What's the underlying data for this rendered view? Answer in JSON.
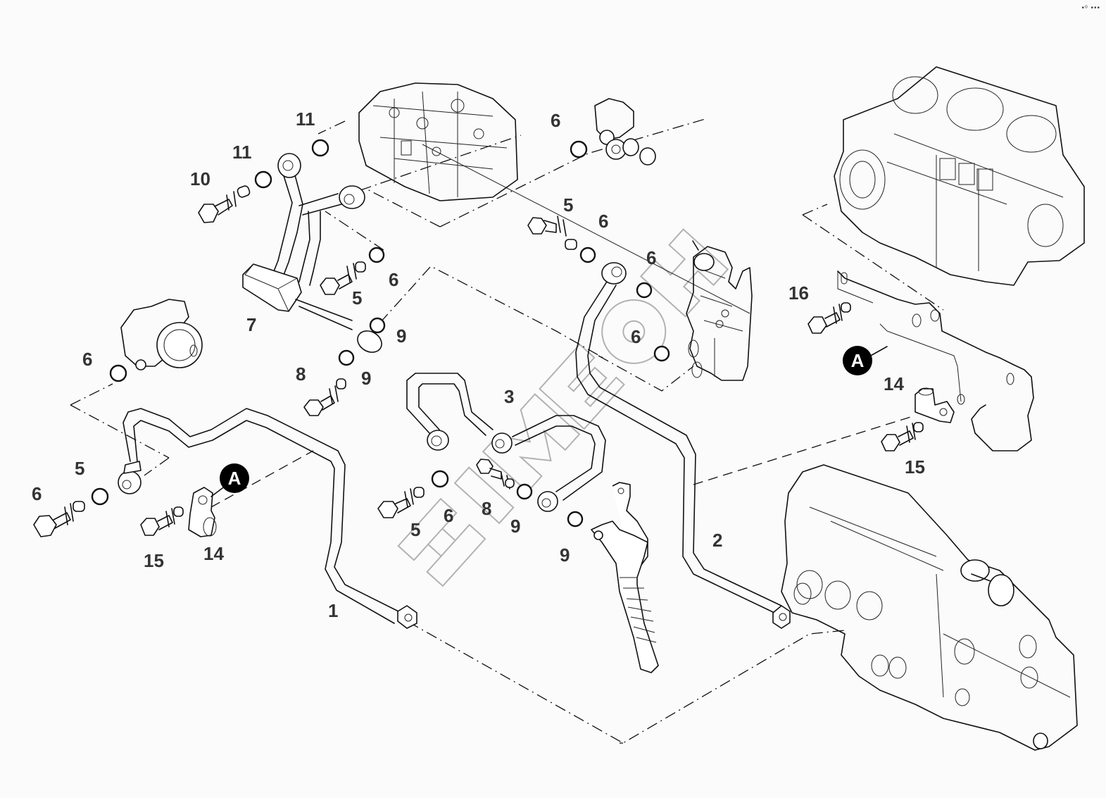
{
  "diagram": {
    "title": "Fuel injection lines exploded parts diagram",
    "watermark": "SIMEOH",
    "corner_mark": "•ᵒ •••",
    "callouts": [
      {
        "id": "A",
        "label": "A"
      },
      {
        "id": "A2",
        "label": "A"
      }
    ],
    "part_labels": [
      {
        "id": "p11a",
        "text": "11"
      },
      {
        "id": "p11b",
        "text": "11"
      },
      {
        "id": "p10",
        "text": "10"
      },
      {
        "id": "p6a",
        "text": "6"
      },
      {
        "id": "p5a",
        "text": "5"
      },
      {
        "id": "p6b",
        "text": "6"
      },
      {
        "id": "p6c",
        "text": "6"
      },
      {
        "id": "p5b",
        "text": "5"
      },
      {
        "id": "p7",
        "text": "7"
      },
      {
        "id": "p9a",
        "text": "9"
      },
      {
        "id": "p6d",
        "text": "6"
      },
      {
        "id": "p6e",
        "text": "6"
      },
      {
        "id": "p8a",
        "text": "8"
      },
      {
        "id": "p9b",
        "text": "9"
      },
      {
        "id": "p16",
        "text": "16"
      },
      {
        "id": "p14a",
        "text": "14"
      },
      {
        "id": "p3",
        "text": "3"
      },
      {
        "id": "p6f",
        "text": "6"
      },
      {
        "id": "p15a",
        "text": "15"
      },
      {
        "id": "p5c",
        "text": "5"
      },
      {
        "id": "p6g",
        "text": "6"
      },
      {
        "id": "p8b",
        "text": "8"
      },
      {
        "id": "p9c",
        "text": "9"
      },
      {
        "id": "p5d",
        "text": "5"
      },
      {
        "id": "p6h",
        "text": "6"
      },
      {
        "id": "p9d",
        "text": "9"
      },
      {
        "id": "p2",
        "text": "2"
      },
      {
        "id": "p15b",
        "text": "15"
      },
      {
        "id": "p14b",
        "text": "14"
      },
      {
        "id": "p1",
        "text": "1"
      }
    ],
    "components": [
      {
        "id": "engine-block",
        "name": "Engine block"
      },
      {
        "id": "cylinder-head-section",
        "name": "Cylinder head section"
      },
      {
        "id": "fuel-filter-head",
        "name": "Fuel filter head"
      },
      {
        "id": "injection-pump",
        "name": "Injection pump"
      },
      {
        "id": "fuel-feed-pump",
        "name": "Fuel feed pump with gear"
      },
      {
        "id": "injector",
        "name": "Injector"
      },
      {
        "id": "valve-cover",
        "name": "Cylinder head cover"
      },
      {
        "id": "bracket",
        "name": "Pipe bracket"
      }
    ]
  }
}
